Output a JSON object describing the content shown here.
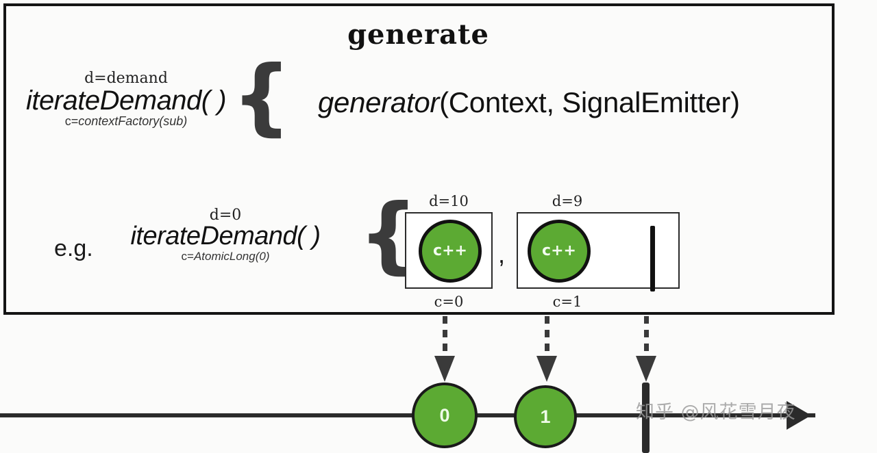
{
  "panel": {
    "title": "generate",
    "signature_row": {
      "d_label": "d=demand",
      "function_name": "iterateDemand( )",
      "c_label_prefix": "c=",
      "c_label_value": "contextFactory(sub)",
      "brace": "{",
      "generator_name": "generator",
      "generator_args": "(Context, SignalEmitter)"
    },
    "example_row": {
      "eg_label": "e.g.",
      "d_label": "d=0",
      "function_name": "iterateDemand( )",
      "c_label_prefix": "c=",
      "c_label_value": "AtomicLong(0)",
      "brace": "{",
      "separator": ",",
      "boxes": [
        {
          "top_label": "d=10",
          "bottom_label": "c=0",
          "ball_text": "c++",
          "has_complete_bar": false
        },
        {
          "top_label": "d=9",
          "bottom_label": "c=1",
          "ball_text": "c++",
          "has_complete_bar": true
        }
      ]
    }
  },
  "timeline": {
    "marbles": [
      {
        "label": "0"
      },
      {
        "label": "1"
      }
    ],
    "has_complete_bar": true,
    "arrow_count": 3
  },
  "watermark": "知乎 @风花雪月夜",
  "colors": {
    "green": "#5caa33",
    "ink": "#141414",
    "brace_gray": "#3b3b3b",
    "background": "#fbfbfa"
  }
}
